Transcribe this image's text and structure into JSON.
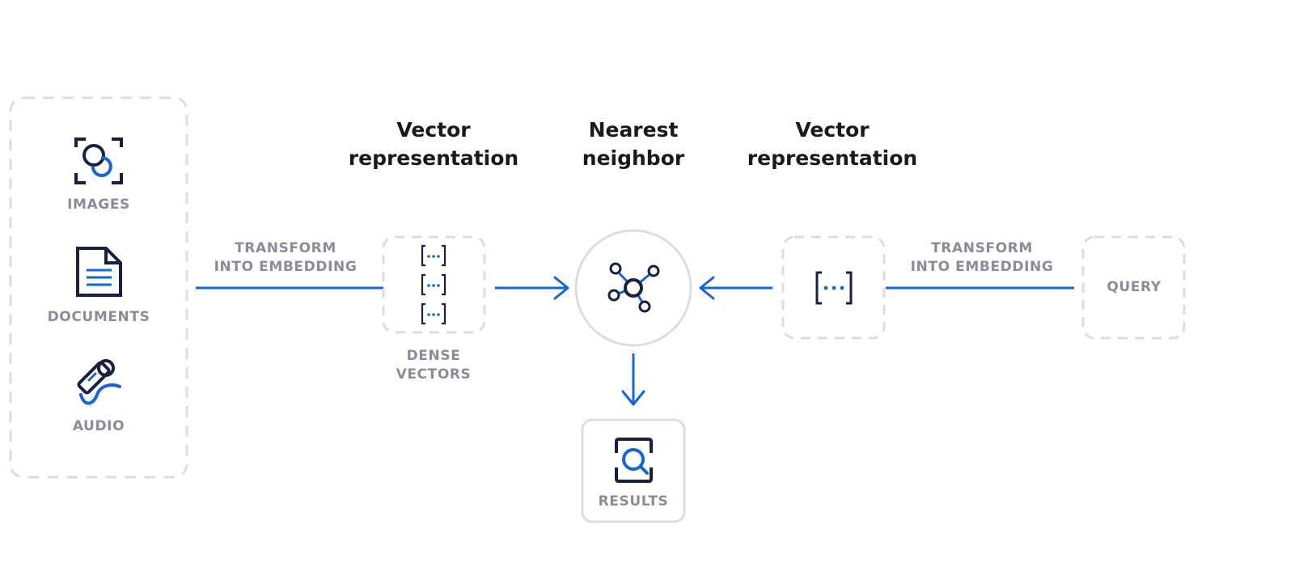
{
  "headers": {
    "dense_vector": [
      "Vector",
      "representation"
    ],
    "nearest_neighbor": [
      "Nearest",
      "neighbor"
    ],
    "query_vector": [
      "Vector",
      "representation"
    ]
  },
  "sources": {
    "items": [
      {
        "label": "IMAGES",
        "icon": "image-search-icon"
      },
      {
        "label": "DOCUMENTS",
        "icon": "document-icon"
      },
      {
        "label": "AUDIO",
        "icon": "microphone-icon"
      }
    ]
  },
  "transform_left": [
    "TRANSFORM",
    "INTO EMBEDDING"
  ],
  "transform_right": [
    "TRANSFORM",
    "INTO EMBEDDING"
  ],
  "dense_vectors": {
    "label": [
      "DENSE",
      "VECTORS"
    ],
    "icon": "bracket-vectors-icon"
  },
  "nearest_neighbor_icon": "network-graph-icon",
  "query_vector_icon": "bracket-vector-icon",
  "query": {
    "label": "QUERY"
  },
  "results": {
    "label": "RESULTS",
    "icon": "magnify-results-icon"
  },
  "colors": {
    "accent": "#1565d8",
    "dark": "#1a2040",
    "dashed_border": "#dcdde3",
    "label_gray": "#8a8c99",
    "heading": "#1a1a1a"
  }
}
